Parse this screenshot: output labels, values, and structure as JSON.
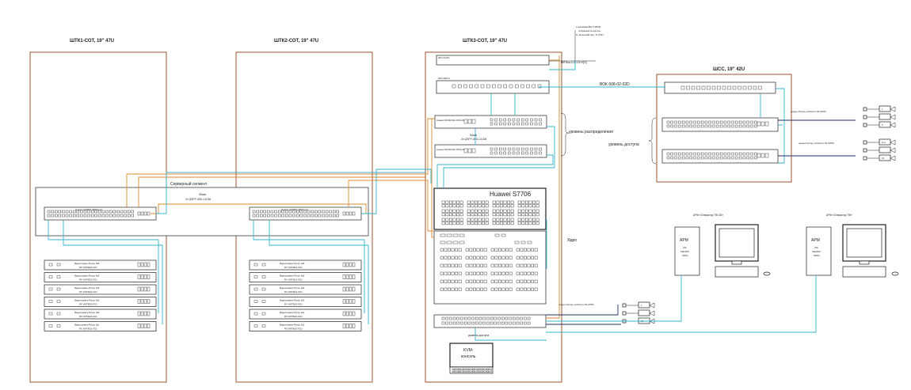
{
  "colors": {
    "rack": "#a0522d",
    "cyan_link": "#33b5cc",
    "navy_link": "#1f2f6b",
    "orange_link": "#d98a2b"
  },
  "racks": {
    "r1": "ШТК1-СОТ, 19\" 47U",
    "r2": "ШТК2-СОТ, 19\" 47U",
    "r3": "ШТК3-СОТ, 19\" 47U",
    "r4": "ШСС, 19\" 42U"
  },
  "top_note": {
    "line1": "к разъёмам Bkp 5 РЛОБ",
    "line2": "«Охранная сигнализ»",
    "line3": "Н. Зеленский пер., 8. 2/3х1"
  },
  "cables": {
    "c1": "ВКПАш-4,23-24-Н(О)",
    "c2": "ВОК 608-02-02D"
  },
  "server_segment": {
    "title": "Серверный сегмент",
    "stack_line1": "iStack",
    "stack_line2": "2x QSFP-40G-CU1M",
    "switch_model": "Huawei CE6850-48S6Q-HI"
  },
  "distribution": {
    "model": "Huawei S6720-54C-PWH-SI",
    "stack_line1": "iStack",
    "stack_line2": "2x QSFP-40G-CU1M",
    "label": "уровень распределения"
  },
  "access": {
    "label": "уровень доступа",
    "label_bottom": "уровень доступа"
  },
  "core": {
    "title": "Huawei S7706",
    "label": "Ядро"
  },
  "patch": {
    "label1": "КРС-24-RC",
    "label2": "КРС-48/Х-С"
  },
  "recorders": [
    {
      "line1": "Видеосервер Рупор №6",
      "line2": "RX VMTIE01-F1D"
    },
    {
      "line1": "Видеосервер Рупор №5",
      "line2": "RX VMTIE01-F1D"
    },
    {
      "line1": "Видеосервер Рупор №4",
      "line2": "RX VMTIE01-F1D"
    },
    {
      "line1": "Видеосервер Рупор №3",
      "line2": "RX VMTIE01-F1D"
    },
    {
      "line1": "Видеосервер Рупор №2",
      "line2": "RX VMTIE01-F1D"
    },
    {
      "line1": "Видеосервер Рупор №1",
      "line2": "RX VMTIE01-F1D"
    }
  ],
  "workstations": {
    "w1_title": "АРМ «Оператор ТВ СК»",
    "w2_title": "АРМ «Оператор ТВ»",
    "arm_label": "АРМ",
    "arm_sub1": "(ПК",
    "arm_sub2": "SafeRAY",
    "arm_sub3": "S182)"
  },
  "kvm": {
    "line1": "KVM-",
    "line2": "консоль"
  },
  "cameras": {
    "group1": [
      "1",
      "",
      "5"
    ],
    "group2": [
      "6+1",
      "",
      "15"
    ],
    "group3": [
      "1",
      "",
      "20"
    ],
    "note1": "«видео Рупор» Acti4x4 и ПК НППК",
    "note2": "«видео Рупор» Acti4x4 и ПК НППК",
    "note3": "«видео Рупор» Acti4x4 и ПК НППК"
  }
}
